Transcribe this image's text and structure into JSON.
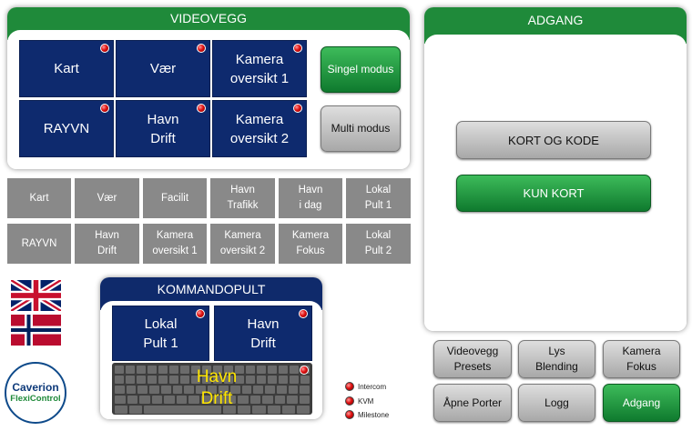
{
  "videowall": {
    "title": "VIDEOVEGG",
    "tiles": [
      "Kart",
      "Vær",
      "Kamera\noversikt 1",
      "RAYVN",
      "Havn\nDrift",
      "Kamera\noversikt 2"
    ],
    "single_mode": "Singel modus",
    "multi_mode": "Multi modus"
  },
  "sources": {
    "row1": [
      "Kart",
      "Vær",
      "Facilit",
      "Havn\nTrafikk",
      "Havn\ni dag",
      "Lokal\nPult 1"
    ],
    "row2": [
      "RAYVN",
      "Havn\nDrift",
      "Kamera\noversikt 1",
      "Kamera\noversikt 2",
      "Kamera\nFokus",
      "Lokal\nPult 2"
    ]
  },
  "access": {
    "title": "ADGANG",
    "card_and_code": "KORT OG KODE",
    "card_only": "KUN KORT"
  },
  "console": {
    "title": "KOMMANDOPULT",
    "tiles": [
      "Lokal\nPult 1",
      "Havn\nDrift"
    ],
    "keyboard_label": "Havn\nDrift"
  },
  "status": [
    "Intercom",
    "KVM",
    "Milestone"
  ],
  "bottom_buttons": {
    "presets": "Videovegg\nPresets",
    "light": "Lys\nBlending",
    "camera": "Kamera\nFokus",
    "doors": "Åpne Porter",
    "log": "Logg",
    "access": "Adgang"
  },
  "logo": {
    "line1": "Caverion",
    "line2": "FlexiControl"
  },
  "colors": {
    "green": "#1f8a3a",
    "navy": "#0e2a6e",
    "gray_cell": "#898989"
  }
}
